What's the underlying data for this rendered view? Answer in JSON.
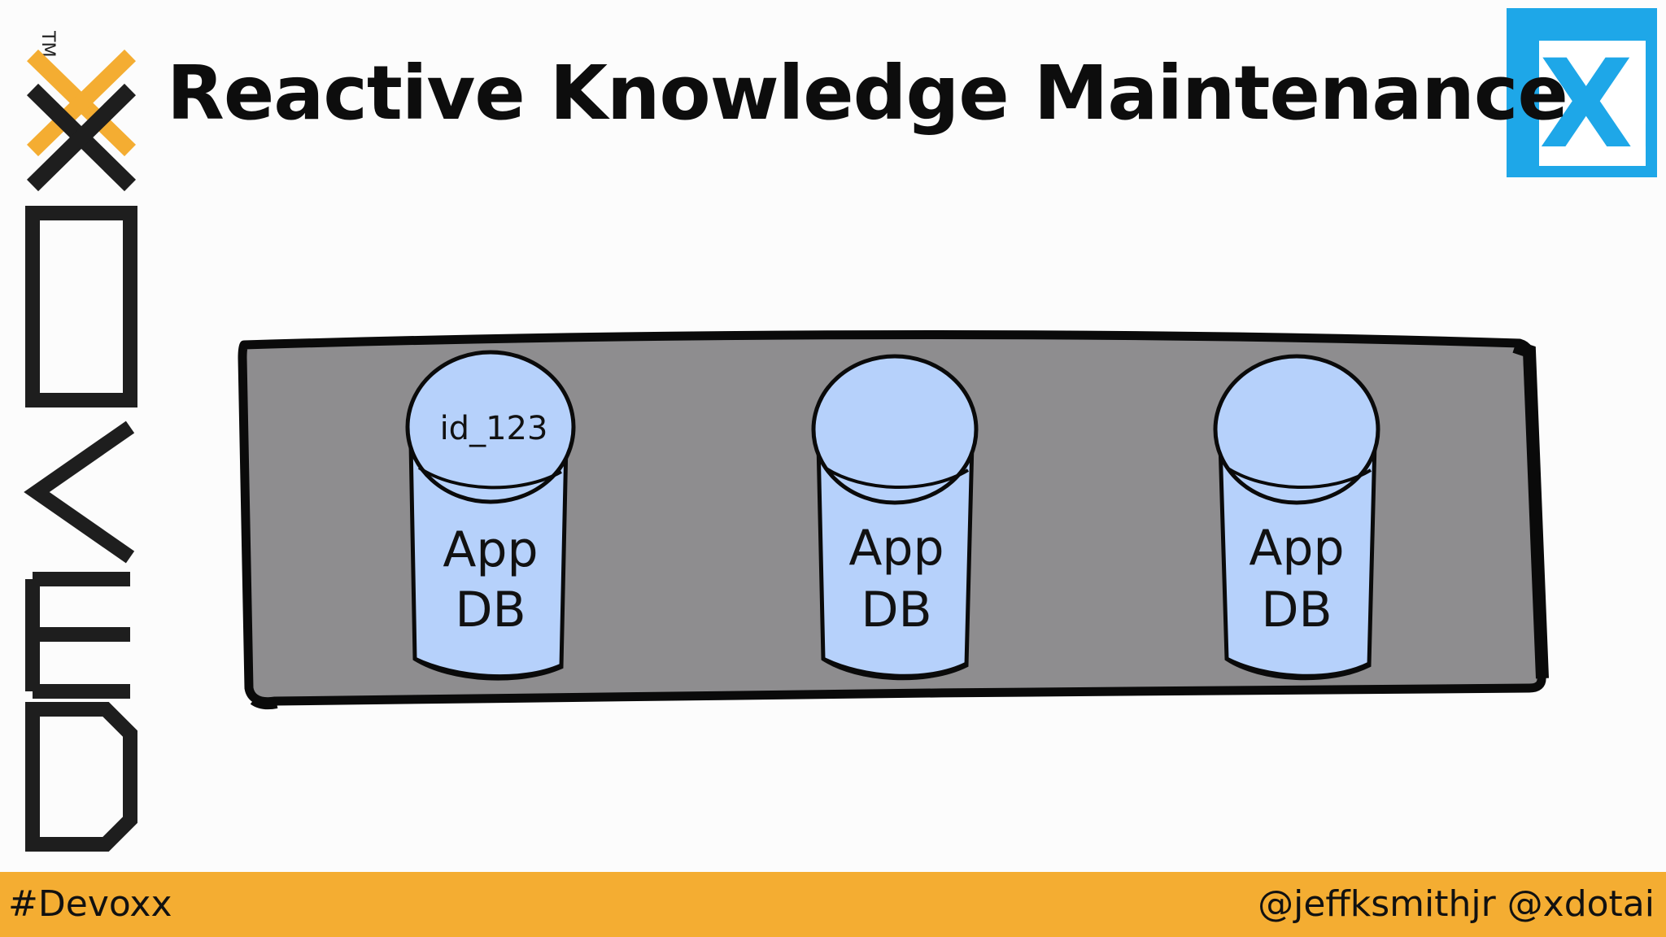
{
  "slide": {
    "title": "Reactive Knowledge Maintenance"
  },
  "branding": {
    "conference_logo": "DEVOXX",
    "trademark": "TM",
    "corner_logo": "X."
  },
  "diagram": {
    "container_fill": "#8e8d8f",
    "database_fill": "#b6d1fb",
    "databases": [
      {
        "top_label": "id_123",
        "label_line1": "App",
        "label_line2": "DB"
      },
      {
        "top_label": "",
        "label_line1": "App",
        "label_line2": "DB"
      },
      {
        "top_label": "",
        "label_line1": "App",
        "label_line2": "DB"
      }
    ]
  },
  "footer": {
    "hashtag": "#Devoxx",
    "handles": "@jeffksmithjr @xdotai"
  },
  "colors": {
    "accent_orange": "#f4ad32",
    "x_logo_blue": "#1ea7e8",
    "text": "#111111"
  }
}
